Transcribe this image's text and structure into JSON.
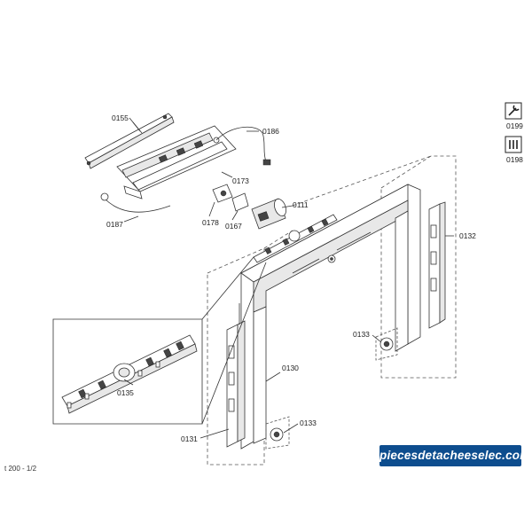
{
  "diagram": {
    "labels": {
      "l0155": "0155",
      "l0186": "0186",
      "l0173": "0173",
      "l0187": "0187",
      "l0178": "0178",
      "l0167": "0167",
      "l0111": "0111",
      "l0132": "0132",
      "l0133a": "0133",
      "l0130": "0130",
      "l0133b": "0133",
      "l0135": "0135",
      "l0131": "0131"
    },
    "footer_code": "t 200 - 1/2"
  },
  "legend": {
    "icon1": {
      "code": "0199",
      "icon": "wrench-icon"
    },
    "icon2": {
      "code": "0198",
      "icon": "tools-icon"
    }
  },
  "watermark": {
    "text": "piecesdetacheeselec.com",
    "bg": "#0d4d8e"
  }
}
